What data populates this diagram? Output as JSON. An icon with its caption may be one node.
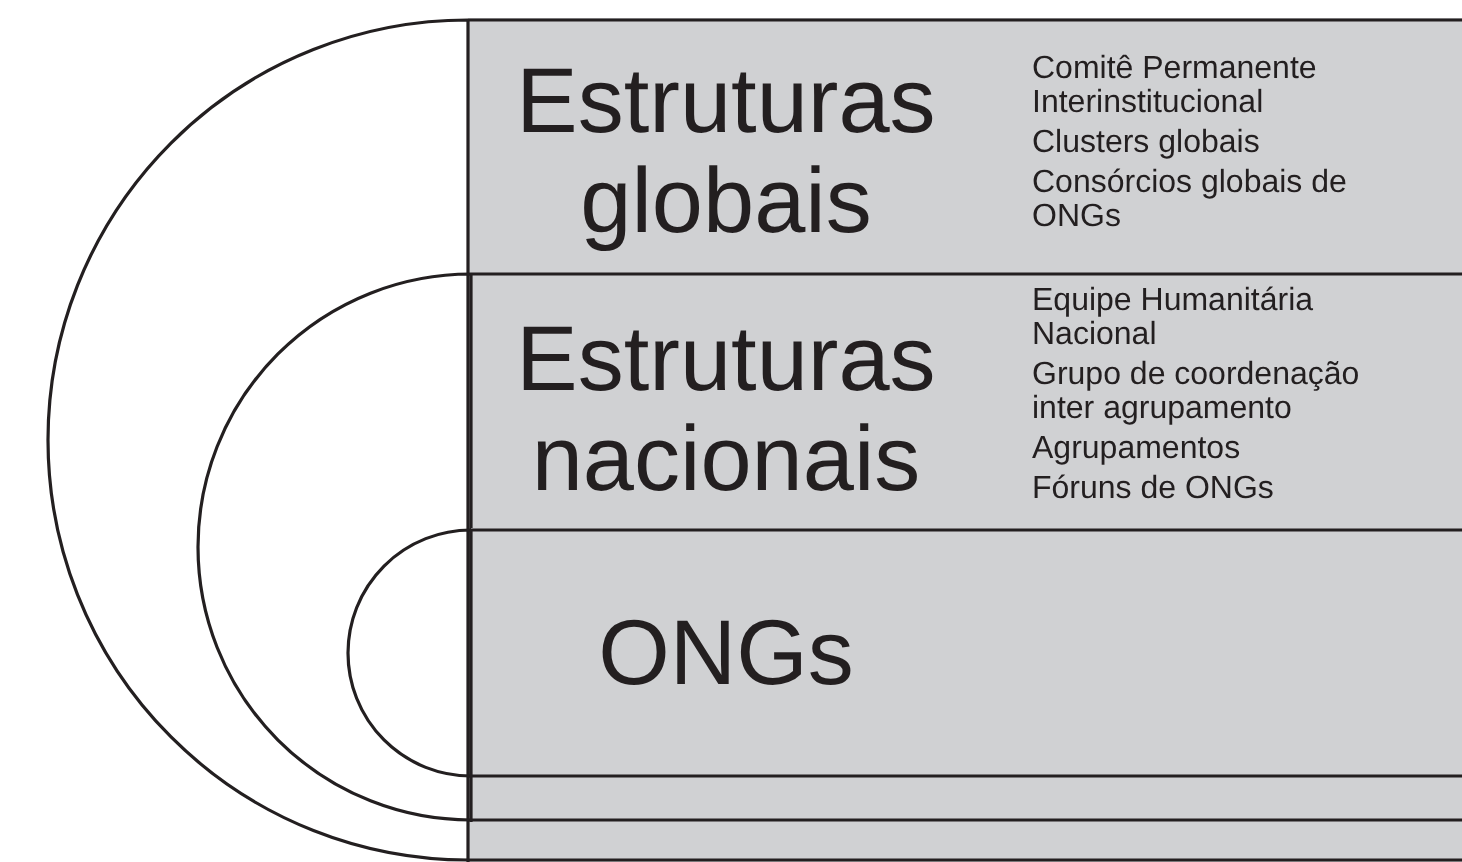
{
  "diagram": {
    "nodes": [
      {
        "text": [
          "Estruturas globais",
          "Comitê Permanente Interinstitucional",
          "Clusters globais",
          "Consórcios globais de ONGs"
        ]
      },
      {
        "text": [
          "Estruturas nacionais",
          "Equipe Humanitária Nacional",
          "Grupo de coordenação inter agrupamento",
          "Agrupamentos",
          "Fóruns de ONGs"
        ]
      },
      {
        "text": [
          "ONGs"
        ]
      }
    ]
  }
}
